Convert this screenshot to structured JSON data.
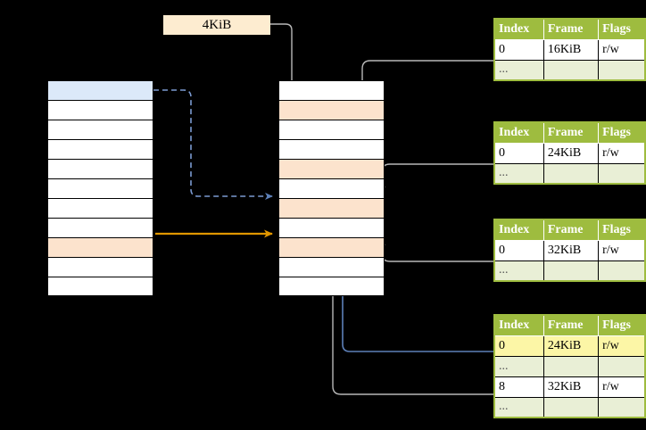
{
  "diagram": {
    "title": "page-table-address-translation",
    "colors": {
      "table_header_bg": "#9ebc3f",
      "table_ellipsis_bg": "#e9efd6",
      "highlight_yellow": "#fcf6a6",
      "cell_peach": "#fce3cd",
      "cell_blue": "#dce9f9",
      "label_box_bg": "#fdecd0",
      "arrow_gray": "#b3b3b3",
      "arrow_blue": "#6b8fc4",
      "arrow_orange": "#e8a200",
      "background": "#000000"
    }
  },
  "label_box": {
    "text": "4KiB"
  },
  "left_column": {
    "name": "virtual-memory-column",
    "cells": [
      {
        "fill": "blue",
        "text": ""
      },
      {
        "fill": "white",
        "text": ""
      },
      {
        "fill": "white",
        "text": ""
      },
      {
        "fill": "white",
        "text": ""
      },
      {
        "fill": "white",
        "text": ""
      },
      {
        "fill": "white",
        "text": ""
      },
      {
        "fill": "white",
        "text": ""
      },
      {
        "fill": "white",
        "text": ""
      },
      {
        "fill": "peach",
        "text": ""
      },
      {
        "fill": "white",
        "text": ""
      },
      {
        "fill": "white",
        "text": ""
      }
    ]
  },
  "middle_column": {
    "name": "physical-memory-column",
    "cells": [
      {
        "fill": "white",
        "text": ""
      },
      {
        "fill": "peach",
        "text": ""
      },
      {
        "fill": "white",
        "text": ""
      },
      {
        "fill": "white",
        "text": ""
      },
      {
        "fill": "peach",
        "text": ""
      },
      {
        "fill": "white",
        "text": ""
      },
      {
        "fill": "peach",
        "text": ""
      },
      {
        "fill": "white",
        "text": ""
      },
      {
        "fill": "peach",
        "text": ""
      },
      {
        "fill": "white",
        "text": ""
      },
      {
        "fill": "white",
        "text": ""
      }
    ]
  },
  "page_tables": [
    {
      "name": "page-table-1",
      "headers": [
        "Index",
        "Frame",
        "Flags"
      ],
      "rows": [
        {
          "type": "data",
          "cells": [
            "0",
            "16KiB",
            "r/w"
          ],
          "highlight": [
            false,
            false,
            false
          ]
        },
        {
          "type": "ellipsis",
          "cells": [
            "...",
            "",
            ""
          ],
          "highlight": [
            false,
            false,
            false
          ]
        }
      ]
    },
    {
      "name": "page-table-2",
      "headers": [
        "Index",
        "Frame",
        "Flags"
      ],
      "rows": [
        {
          "type": "data",
          "cells": [
            "0",
            "24KiB",
            "r/w"
          ],
          "highlight": [
            false,
            false,
            false
          ]
        },
        {
          "type": "ellipsis",
          "cells": [
            "...",
            "",
            ""
          ],
          "highlight": [
            false,
            false,
            false
          ]
        }
      ]
    },
    {
      "name": "page-table-3",
      "headers": [
        "Index",
        "Frame",
        "Flags"
      ],
      "rows": [
        {
          "type": "data",
          "cells": [
            "0",
            "32KiB",
            "r/w"
          ],
          "highlight": [
            false,
            false,
            false
          ]
        },
        {
          "type": "ellipsis",
          "cells": [
            "...",
            "",
            ""
          ],
          "highlight": [
            false,
            false,
            false
          ]
        }
      ]
    },
    {
      "name": "page-table-4",
      "headers": [
        "Index",
        "Frame",
        "Flags"
      ],
      "rows": [
        {
          "type": "data",
          "cells": [
            "0",
            "24KiB",
            "r/w"
          ],
          "highlight": [
            true,
            true,
            true
          ]
        },
        {
          "type": "ellipsis",
          "cells": [
            "...",
            "",
            ""
          ],
          "highlight": [
            false,
            false,
            false
          ]
        },
        {
          "type": "data",
          "cells": [
            "8",
            "32KiB",
            "r/w"
          ],
          "highlight": [
            false,
            false,
            false
          ]
        },
        {
          "type": "ellipsis",
          "cells": [
            "...",
            "",
            ""
          ],
          "highlight": [
            false,
            false,
            false
          ]
        }
      ]
    }
  ],
  "connectors": [
    {
      "name": "label-4kib-to-physical-cell-1",
      "style": "gray-solid-arrow"
    },
    {
      "name": "virtual-blue-cell-to-physical-cell-6",
      "style": "blue-dashed-arrow"
    },
    {
      "name": "virtual-peach-cell-to-physical-cell-8",
      "style": "orange-solid-arrow"
    },
    {
      "name": "page-table-1-row0-to-physical-cell-4",
      "style": "gray-solid-arrow"
    },
    {
      "name": "page-table-2-row0-to-physical-cell-6",
      "style": "gray-solid-arrow"
    },
    {
      "name": "page-table-3-row0-to-physical-cell-8",
      "style": "gray-solid-arrow"
    },
    {
      "name": "page-table-4-row0-to-physical-cell-6",
      "style": "blue-solid-arrow"
    },
    {
      "name": "page-table-4-row8-to-physical-cell-8",
      "style": "gray-solid-arrow"
    }
  ]
}
